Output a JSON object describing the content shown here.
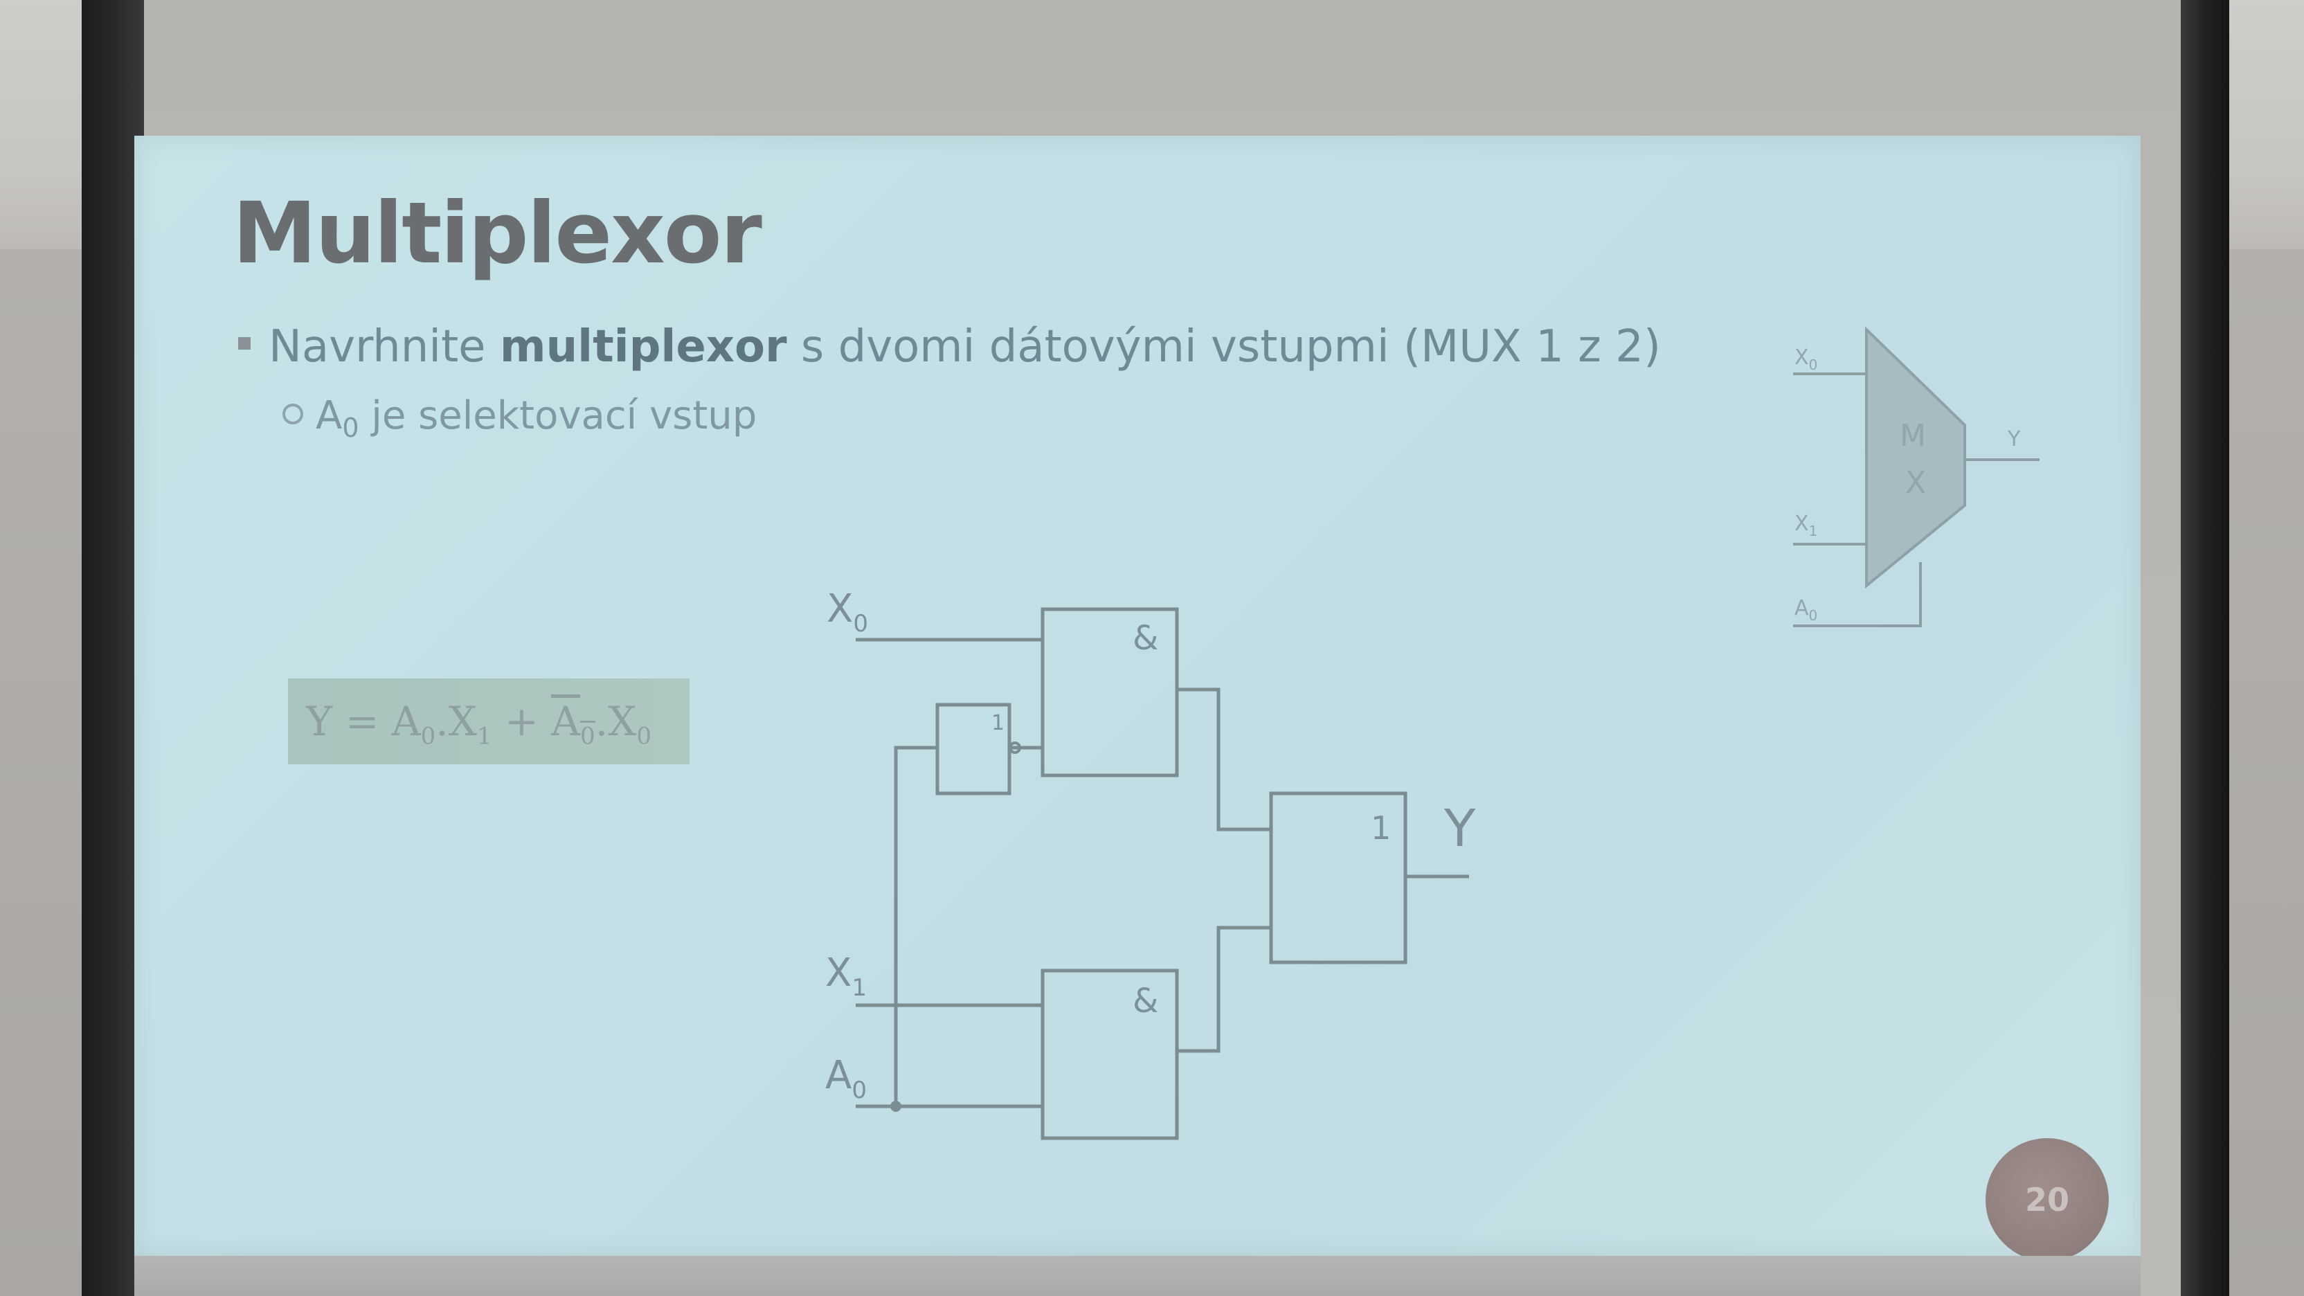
{
  "slide": {
    "title": "Multiplexor",
    "bullet_pre": "Navrhnite ",
    "bullet_bold": "multiplexor",
    "bullet_post": " s dvomi dátovými vstupmi (MUX 1 z 2)",
    "sub_var": "A",
    "sub_index": "0",
    "sub_text": " je selektovací vstup",
    "page_number": "20"
  },
  "formula": {
    "lhs": "Y = A",
    "s1": "0",
    "t1": ".X",
    "s2": "1",
    "plus": " + ",
    "nA": "A",
    "s3": "0",
    "t2": ".X",
    "s4": "0"
  },
  "circuit": {
    "in_x0": "X",
    "in_x0_sub": "0",
    "in_x1": "X",
    "in_x1_sub": "1",
    "in_a0": "A",
    "in_a0_sub": "0",
    "and_top": "&",
    "and_bottom": "&",
    "not_gate": "1",
    "or_gate": "1",
    "out_y": "Y"
  },
  "mux_symbol": {
    "in_x0": "X",
    "in_x0_sub": "0",
    "in_x1": "X",
    "in_x1_sub": "1",
    "in_a0": "A",
    "in_a0_sub": "0",
    "label_m": "M",
    "label_x": "X",
    "out_y": "Y"
  },
  "colors": {
    "slide_bg": "#c3e0e6",
    "title": "#6b6e70",
    "text": "#6f8a95",
    "badge": "#8f7f7c",
    "wire": "#7c8c93"
  }
}
